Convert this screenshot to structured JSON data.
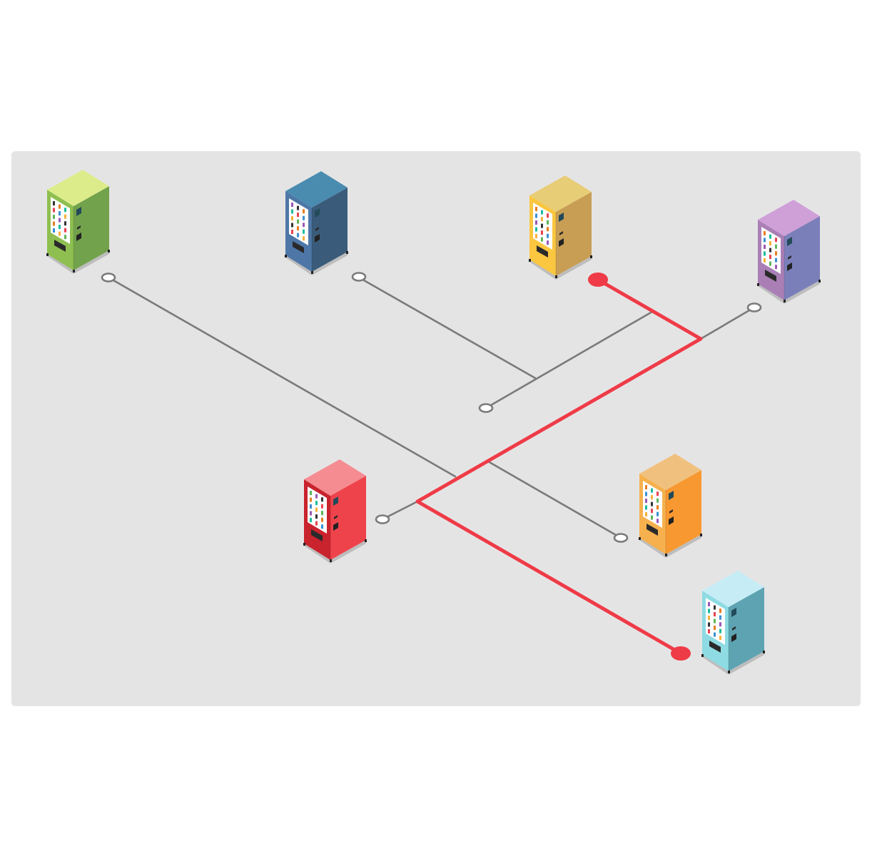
{
  "board": {
    "background": "#e5e4e5",
    "wire_color": "#7a7a7a",
    "path_color": "#ef3b47"
  },
  "machines": [
    {
      "id": "green",
      "left": "#8ebf50",
      "right": "#72a24b",
      "top": "#dcec8b",
      "glass": "#75a548"
    },
    {
      "id": "blue",
      "left": "#4e77a8",
      "right": "#3a5c7a",
      "top": "#4a8bb0",
      "glass": "#4a6f9c"
    },
    {
      "id": "yellow",
      "left": "#fbc640",
      "right": "#c89e54",
      "top": "#e8cd77",
      "glass": "#f0bb3c"
    },
    {
      "id": "purple",
      "left": "#a97fb6",
      "right": "#7b7fb9",
      "top": "#cfa0d8",
      "glass": "#9d73a9"
    },
    {
      "id": "red",
      "left": "#c9232d",
      "right": "#ef434b",
      "top": "#f58c91",
      "glass": "#b81f29"
    },
    {
      "id": "orange",
      "left": "#f6b14e",
      "right": "#f89830",
      "top": "#f0c17e",
      "glass": "#eaa143"
    },
    {
      "id": "cyan",
      "left": "#8edbe3",
      "right": "#5ea3b2",
      "top": "#c6ecf6",
      "glass": "#7ccbd4"
    }
  ],
  "route": {
    "start": "yellow",
    "end": "cyan"
  }
}
